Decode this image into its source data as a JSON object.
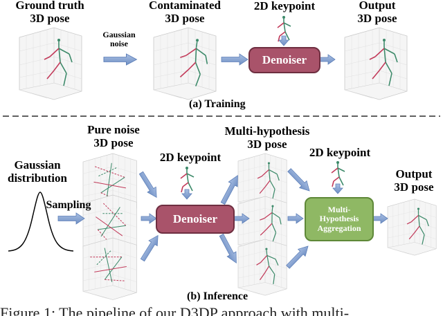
{
  "training": {
    "label_gt": [
      "Ground truth",
      "3D pose"
    ],
    "label_noise": [
      "Gaussian",
      "noise"
    ],
    "label_contam": [
      "Contaminated",
      "3D pose"
    ],
    "label_kp": "2D keypoint",
    "label_output": [
      "Output",
      "3D pose"
    ],
    "denoiser": "Denoiser",
    "caption": "(a) Training"
  },
  "inference": {
    "label_pure": [
      "Pure noise",
      "3D pose"
    ],
    "label_gauss": [
      "Gaussian",
      "distribution"
    ],
    "label_sampling": "Sampling",
    "label_kp1": "2D keypoint",
    "denoiser": "Denoiser",
    "label_multi": [
      "Multi-hypothesis",
      "3D pose"
    ],
    "label_kp2": "2D keypoint",
    "aggregation": [
      "Multi-",
      "Hypothesis",
      "Aggregation"
    ],
    "label_output": [
      "Output",
      "3D pose"
    ],
    "caption": "(b) Inference"
  },
  "figure_caption": "Figure 1: The pipeline of our D3DP approach with multi-",
  "colors": {
    "denoiser": "#a9536a",
    "aggregation": "#8fb864",
    "arrow": "#7e9ccc",
    "skeleton_green": "#3d8a6a",
    "skeleton_red": "#c23a5a"
  }
}
